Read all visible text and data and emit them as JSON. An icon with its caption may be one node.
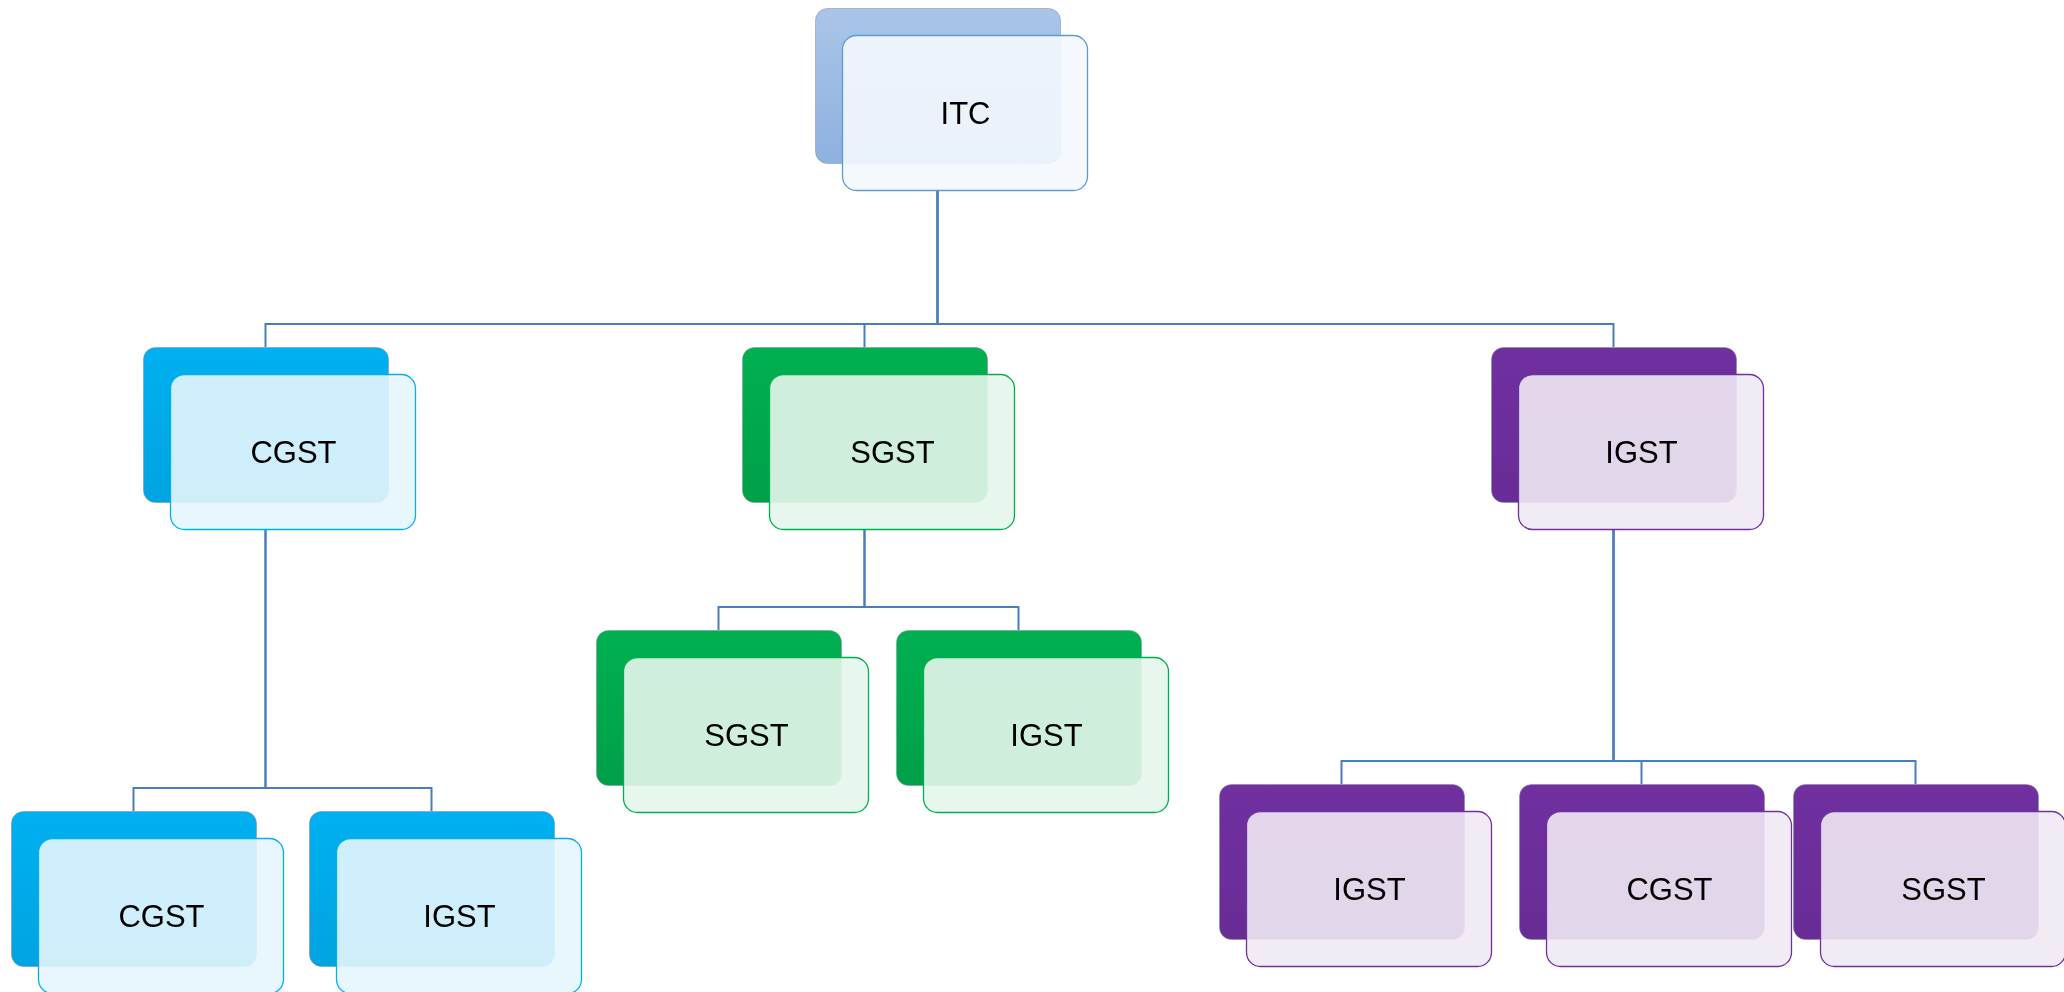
{
  "diagram": {
    "nodes": [
      {
        "text": [
          "ITC"
        ]
      },
      {
        "text": [
          "CGST"
        ]
      },
      {
        "text": [
          "SGST"
        ]
      },
      {
        "text": [
          "IGST"
        ]
      },
      {
        "text": [
          "CGST"
        ]
      },
      {
        "text": [
          "IGST"
        ]
      },
      {
        "text": [
          "SGST"
        ]
      },
      {
        "text": [
          "IGST"
        ]
      },
      {
        "text": [
          "IGST"
        ]
      },
      {
        "text": [
          "CGST"
        ]
      },
      {
        "text": [
          "SGST"
        ]
      }
    ],
    "edges": [
      {
        "from": 0,
        "to": 1,
        "arrow": "none"
      },
      {
        "from": 0,
        "to": 2,
        "arrow": "none"
      },
      {
        "from": 0,
        "to": 3,
        "arrow": "none"
      },
      {
        "from": 1,
        "to": 4,
        "arrow": "none"
      },
      {
        "from": 1,
        "to": 5,
        "arrow": "none"
      },
      {
        "from": 2,
        "to": 6,
        "arrow": "none"
      },
      {
        "from": 2,
        "to": 7,
        "arrow": "none"
      },
      {
        "from": 3,
        "to": 8,
        "arrow": "none"
      },
      {
        "from": 3,
        "to": 9,
        "arrow": "none"
      },
      {
        "from": 3,
        "to": 10,
        "arrow": "none"
      }
    ]
  }
}
